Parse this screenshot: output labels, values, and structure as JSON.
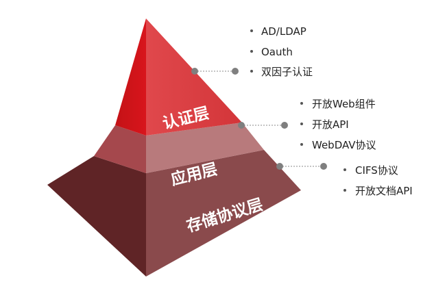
{
  "layers": [
    {
      "id": "auth",
      "label": "认证层",
      "items": [
        "AD/LDAP",
        "Oauth",
        "双因子认证"
      ],
      "color": "#d0151c"
    },
    {
      "id": "app",
      "label": "应用层",
      "items": [
        "开放Web组件",
        "开放API",
        "WebDAV协议"
      ],
      "color": "#b05c5e"
    },
    {
      "id": "storage",
      "label": "存储协议层",
      "items": [
        "CIFS协议",
        "开放文档API"
      ],
      "color": "#74272a"
    }
  ]
}
